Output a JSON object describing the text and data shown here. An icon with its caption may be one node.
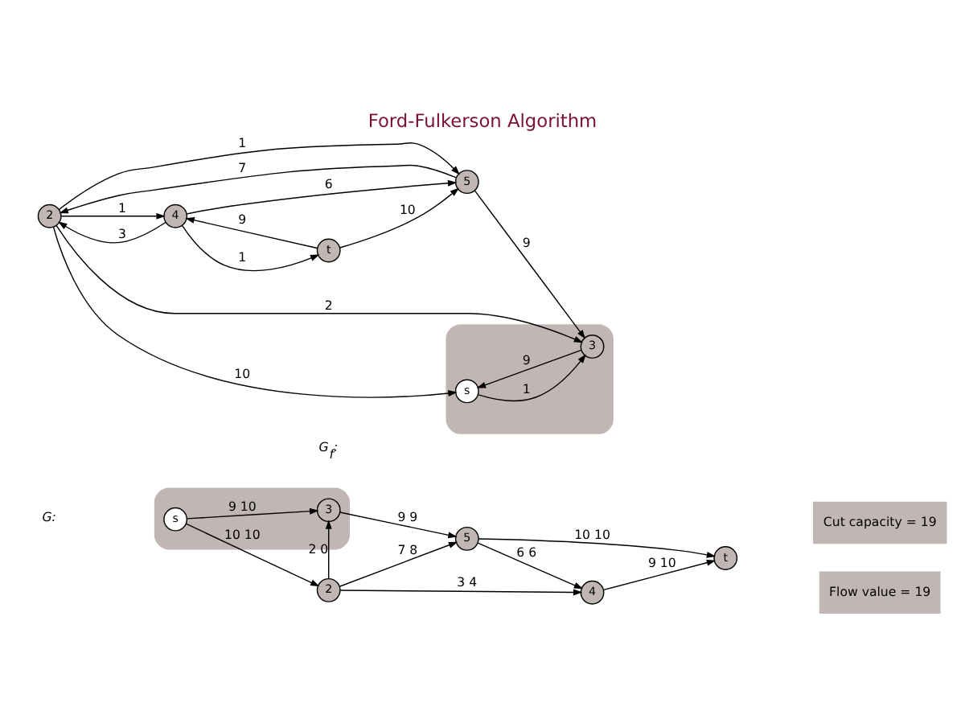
{
  "diagram": {
    "title": "Ford-Fulkerson Algorithm",
    "nodes": [
      {
        "text": [
          "2"
        ]
      },
      {
        "text": [
          "4"
        ]
      },
      {
        "text": [],
        "shape": "cloud"
      },
      {
        "text": [
          "s"
        ],
        "in": 2
      },
      {
        "text": [
          "3"
        ],
        "in": 2
      },
      {
        "text": [
          "5"
        ]
      },
      {
        "text": [
          "t"
        ]
      },
      {
        "text": [
          "Cut capacity = 19"
        ]
      },
      {
        "text": [
          "Flow value = 19"
        ]
      },
      {
        "text": [
          "2"
        ]
      },
      {
        "text": [
          "4"
        ]
      },
      {
        "text": [],
        "shape": "cloud"
      },
      {
        "text": [
          "s"
        ],
        "in": 11
      },
      {
        "text": [
          "3"
        ],
        "in": 11
      },
      {
        "text": [
          "5"
        ]
      },
      {
        "text": [
          "t"
        ]
      }
    ],
    "edges": [
      {
        "from": 3,
        "to": 0,
        "arrow": "to",
        "label": "10 10"
      },
      {
        "from": 3,
        "to": 4,
        "arrow": "to",
        "label": "9 10"
      },
      {
        "from": 0,
        "to": 4,
        "arrow": "to",
        "label": "2 0"
      },
      {
        "from": 0,
        "to": 1,
        "arrow": "to",
        "label": "3 4"
      },
      {
        "from": 0,
        "to": 5,
        "arrow": "to",
        "label": "7 8"
      },
      {
        "from": 4,
        "to": 5,
        "arrow": "to",
        "label": "9 9"
      },
      {
        "from": 5,
        "to": 1,
        "arrow": "to",
        "label": "6 6"
      },
      {
        "from": 1,
        "to": 6,
        "arrow": "to",
        "label": "9 10"
      },
      {
        "from": 5,
        "to": 6,
        "arrow": "to",
        "label": "10 10"
      },
      {
        "from": 10,
        "to": 9,
        "arrow": "to",
        "label": "3"
      },
      {
        "from": 9,
        "to": 10,
        "arrow": "to",
        "label": "1"
      },
      {
        "from": 9,
        "to": 12,
        "arrow": "to",
        "label": "10"
      },
      {
        "from": 9,
        "to": 13,
        "arrow": "to",
        "label": "2"
      },
      {
        "from": 14,
        "to": 9,
        "arrow": "to",
        "label": "7"
      },
      {
        "from": 9,
        "to": 14,
        "arrow": "to",
        "label": "1"
      },
      {
        "from": 10,
        "to": 14,
        "arrow": "to",
        "label": "6"
      },
      {
        "from": 10,
        "to": 15,
        "arrow": "to",
        "label": "1"
      },
      {
        "from": 15,
        "to": 10,
        "arrow": "to",
        "label": "9"
      },
      {
        "from": 12,
        "to": 13,
        "arrow": "to",
        "label": "1"
      },
      {
        "from": 13,
        "to": 12,
        "arrow": "to",
        "label": "9"
      },
      {
        "from": 14,
        "to": 13,
        "arrow": "to",
        "label": "9"
      },
      {
        "from": 15,
        "to": 14,
        "arrow": "to",
        "label": "10"
      }
    ],
    "labels": [
      "G:",
      "G$_{f}$:"
    ]
  }
}
